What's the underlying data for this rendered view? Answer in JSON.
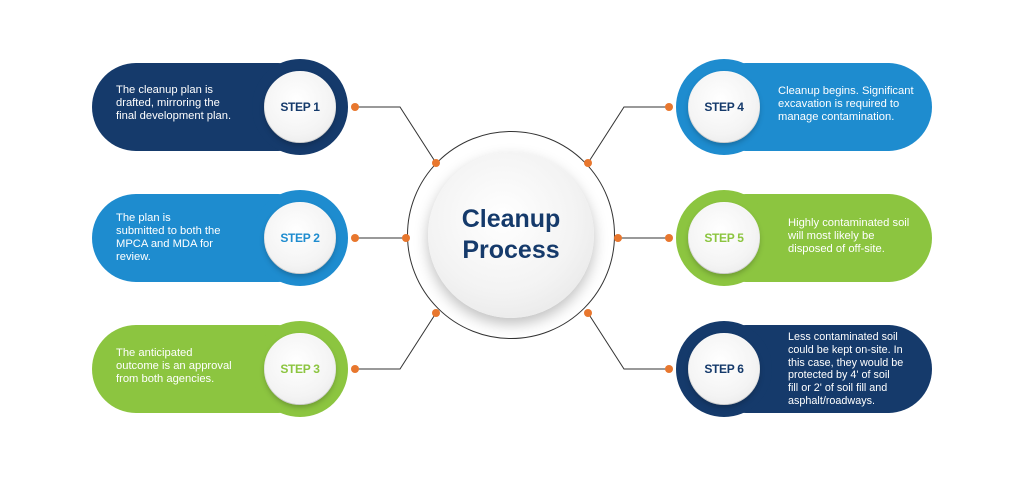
{
  "center": {
    "line1": "Cleanup",
    "line2": "Process"
  },
  "colors": {
    "navy": "#153a6b",
    "blue": "#1e8ccf",
    "green": "#8cc540",
    "connector": "#333333",
    "dot": "#e8772e"
  },
  "steps": [
    {
      "label": "STEP 1",
      "color": "navy",
      "lines": [
        "The cleanup plan is",
        "drafted, mirroring the",
        "final development plan."
      ]
    },
    {
      "label": "STEP 2",
      "color": "blue",
      "lines": [
        "The plan is",
        "submitted to both the",
        "MPCA and MDA for",
        "review."
      ]
    },
    {
      "label": "STEP 3",
      "color": "green",
      "lines": [
        "The anticipated",
        "outcome is an approval",
        "from both agencies."
      ]
    },
    {
      "label": "STEP 4",
      "color": "blue",
      "lines": [
        "Cleanup begins.  Significant",
        "excavation is required to",
        "manage contamination."
      ]
    },
    {
      "label": "STEP 5",
      "color": "green",
      "lines": [
        "Highly contaminated soil",
        "will most likely be",
        "disposed of off-site."
      ]
    },
    {
      "label": "STEP 6",
      "color": "navy",
      "lines": [
        "Less contaminated soil",
        "could be kept on-site. In",
        "this case, they would be",
        "protected by  4' of soil",
        "fill or 2' of soil fill and",
        "asphalt/roadways."
      ]
    }
  ]
}
